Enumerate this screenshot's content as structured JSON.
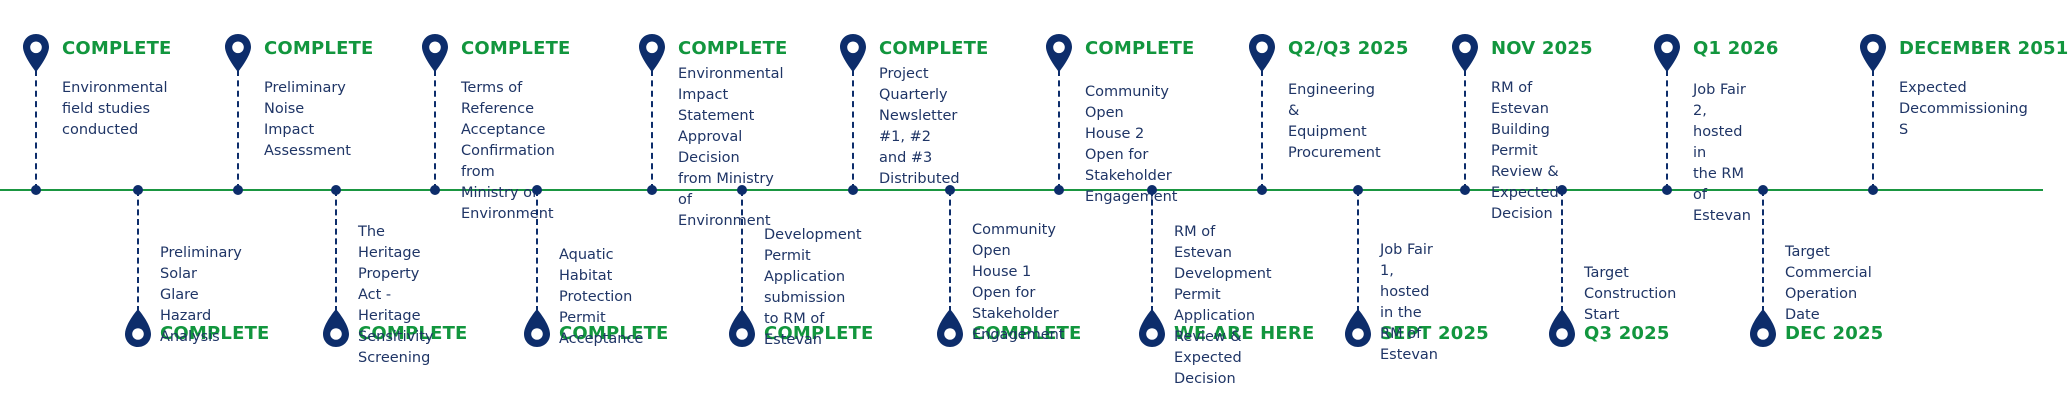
{
  "colors": {
    "accent_green": "#12963e",
    "navy": "#0d2d6b",
    "text": "#1f3566",
    "line": "#1a9641"
  },
  "top_items": [
    {
      "status": "COMPLETE",
      "description": "Environmental\nfield studies\nconducted",
      "icon": "map-pin-icon"
    },
    {
      "status": "COMPLETE",
      "description": "Preliminary Noise\nImpact\nAssessment",
      "icon": "map-pin-icon"
    },
    {
      "status": "COMPLETE",
      "description": "Terms of Reference\nAcceptance\nConfirmation from\nMinistry of Environment",
      "icon": "map-pin-icon"
    },
    {
      "status": "COMPLETE",
      "description": "Environmental\nImpact Statement\nApproval Decision\nfrom Ministry of\nEnvironment",
      "icon": "map-pin-icon"
    },
    {
      "status": "COMPLETE",
      "description": "Project Quarterly\nNewsletter #1, #2\nand #3 Distributed",
      "icon": "map-pin-icon"
    },
    {
      "status": "COMPLETE",
      "description": "Community Open\nHouse 2 Open for\nStakeholder\nEngagement",
      "icon": "map-pin-icon"
    },
    {
      "status": "Q2/Q3 2025",
      "description": "Engineering &\nEquipment\nProcurement",
      "icon": "map-pin-icon"
    },
    {
      "status": "NOV 2025",
      "description": "RM of Estevan\nBuilding Permit\nReview &\nExpected Decision",
      "icon": "map-pin-icon"
    },
    {
      "status": "Q1 2026",
      "description": "Job Fair 2, hosted in\nthe RM of Estevan",
      "icon": "map-pin-icon"
    },
    {
      "status": "DECEMBER 2051",
      "description": "Expected\nDecommissioning S",
      "icon": "map-pin-icon"
    }
  ],
  "bottom_items": [
    {
      "status": "COMPLETE",
      "description": "Preliminary Solar\nGlare Hazard\nAnalysis",
      "icon": "drop-pin-icon"
    },
    {
      "status": "COMPLETE",
      "description": "The Heritage\nProperty Act -\nHeritage Sensitivity\nScreening",
      "icon": "drop-pin-icon"
    },
    {
      "status": "COMPLETE",
      "description": "Aquatic Habitat\nProtection Permit\nAcceptance",
      "icon": "drop-pin-icon"
    },
    {
      "status": "COMPLETE",
      "description": "Development\nPermit Application\nsubmission to RM of\nEstevan",
      "icon": "drop-pin-icon"
    },
    {
      "status": "COMPLETE",
      "description": "Community Open\nHouse 1 Open for\nStakeholder\nEngagement",
      "icon": "drop-pin-icon"
    },
    {
      "status": "WE ARE HERE",
      "description": "RM of Estevan\nDevelopment Permit\nApplication Review &\nExpected Decision",
      "icon": "drop-pin-icon"
    },
    {
      "status": "SEPT 2025",
      "description": "Job Fair 1, hosted\nin the RM of\nEstevan",
      "icon": "drop-pin-icon"
    },
    {
      "status": "Q3 2025",
      "description": "Target\nConstruction Start",
      "icon": "drop-pin-icon"
    },
    {
      "status": "DEC 2025",
      "description": "Target\nCommercial\nOperation Date",
      "icon": "drop-pin-icon"
    }
  ]
}
